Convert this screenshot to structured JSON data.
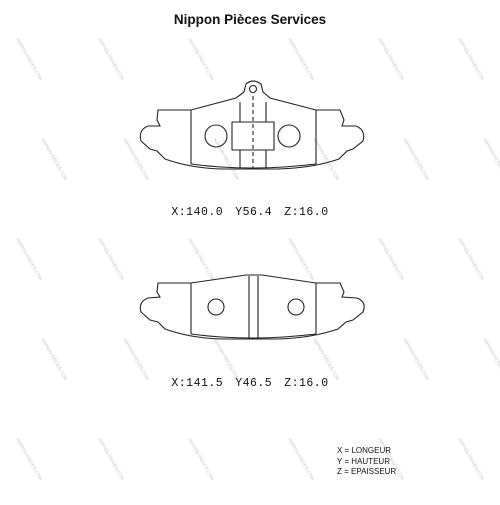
{
  "brand": {
    "name": "Nippon Pièces Services",
    "watermark": "NIPPON-PIECES.COM"
  },
  "pads": [
    {
      "x": "X:140.0",
      "y": "Y56.4",
      "z": "Z:16.0"
    },
    {
      "x": "X:141.5",
      "y": "Y46.5",
      "z": "Z:16.0"
    }
  ],
  "legend": {
    "x": "X = LONGEUR",
    "y": "Y = HAUTEUR",
    "z": "Z = EPAISSEUR"
  },
  "colors": {
    "line": "#222222",
    "watermark": "#c8c8c8"
  }
}
